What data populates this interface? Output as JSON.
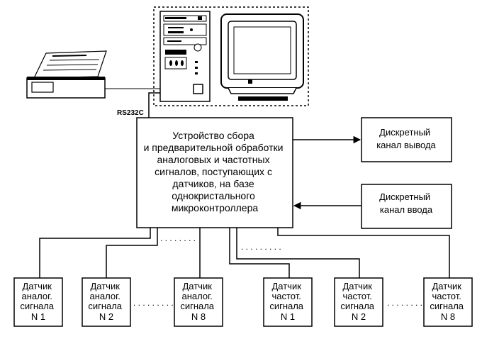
{
  "labels": {
    "rs232": "RS232C",
    "main_block": [
      "Устройство сбора",
      "и предварительной обработки",
      "аналоговых и частотных",
      "сигналов, поступающих с",
      "датчиков, на базе",
      "однокристального",
      "микроконтроллера"
    ],
    "output_channel": [
      "Дискретный",
      "канал вывода"
    ],
    "input_channel": [
      "Дискретный",
      "канал ввода"
    ],
    "analog_sensors": [
      [
        "Датчик",
        "аналог.",
        "сигнала",
        "N 1"
      ],
      [
        "Датчик",
        "аналог.",
        "сигнала",
        "N 2"
      ],
      [
        "Датчик",
        "аналог.",
        "сигнала",
        "N 8"
      ]
    ],
    "freq_sensors": [
      [
        "Датчик",
        "частот.",
        "сигнала",
        "N 1"
      ],
      [
        "Датчик",
        "частот.",
        "сигнала",
        "N 2"
      ],
      [
        "Датчик",
        "частот.",
        "сигнала",
        "N 8"
      ]
    ]
  },
  "icons": [
    "printer-icon",
    "system-unit-icon",
    "monitor-icon"
  ]
}
